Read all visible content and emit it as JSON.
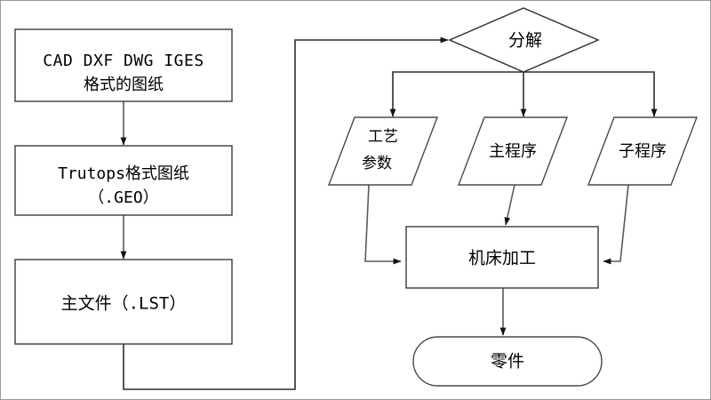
{
  "diagram": {
    "title": "CAD to CNC machining process flowchart",
    "background_color": "#ffffff",
    "line_color": "#4a4a4a",
    "text_color": "#000000",
    "nodes": {
      "cad_source": {
        "shape": "rectangle",
        "line1": "CAD DXF DWG IGES",
        "line2": "格式的图纸"
      },
      "trutops": {
        "shape": "rectangle",
        "line1": "Trutops格式图纸",
        "line2": "（.GEO）"
      },
      "main_file": {
        "shape": "rectangle",
        "line1": "主文件（.LST）"
      },
      "decompose": {
        "shape": "diamond",
        "line1": "分解"
      },
      "process_params": {
        "shape": "parallelogram",
        "line1": "工艺",
        "line2": "参数"
      },
      "main_program": {
        "shape": "parallelogram",
        "line1": "主程序"
      },
      "sub_program": {
        "shape": "parallelogram",
        "line1": "子程序"
      },
      "machining": {
        "shape": "rectangle",
        "line1": "机床加工"
      },
      "part": {
        "shape": "terminator",
        "line1": "零件"
      }
    },
    "edges": [
      {
        "from": "cad_source",
        "to": "trutops",
        "style": "arrow-down"
      },
      {
        "from": "trutops",
        "to": "main_file",
        "style": "arrow-down"
      },
      {
        "from": "main_file",
        "to": "decompose",
        "style": "loop-left-up-right-arrow"
      },
      {
        "from": "decompose",
        "to": "process_params",
        "style": "branch-left-arrow"
      },
      {
        "from": "decompose",
        "to": "main_program",
        "style": "branch-center-arrow"
      },
      {
        "from": "decompose",
        "to": "sub_program",
        "style": "branch-right-arrow"
      },
      {
        "from": "process_params",
        "to": "machining",
        "style": "down-right-arrow"
      },
      {
        "from": "main_program",
        "to": "machining",
        "style": "arrow-down"
      },
      {
        "from": "sub_program",
        "to": "machining",
        "style": "down-left-arrow"
      },
      {
        "from": "machining",
        "to": "part",
        "style": "arrow-down"
      }
    ]
  }
}
